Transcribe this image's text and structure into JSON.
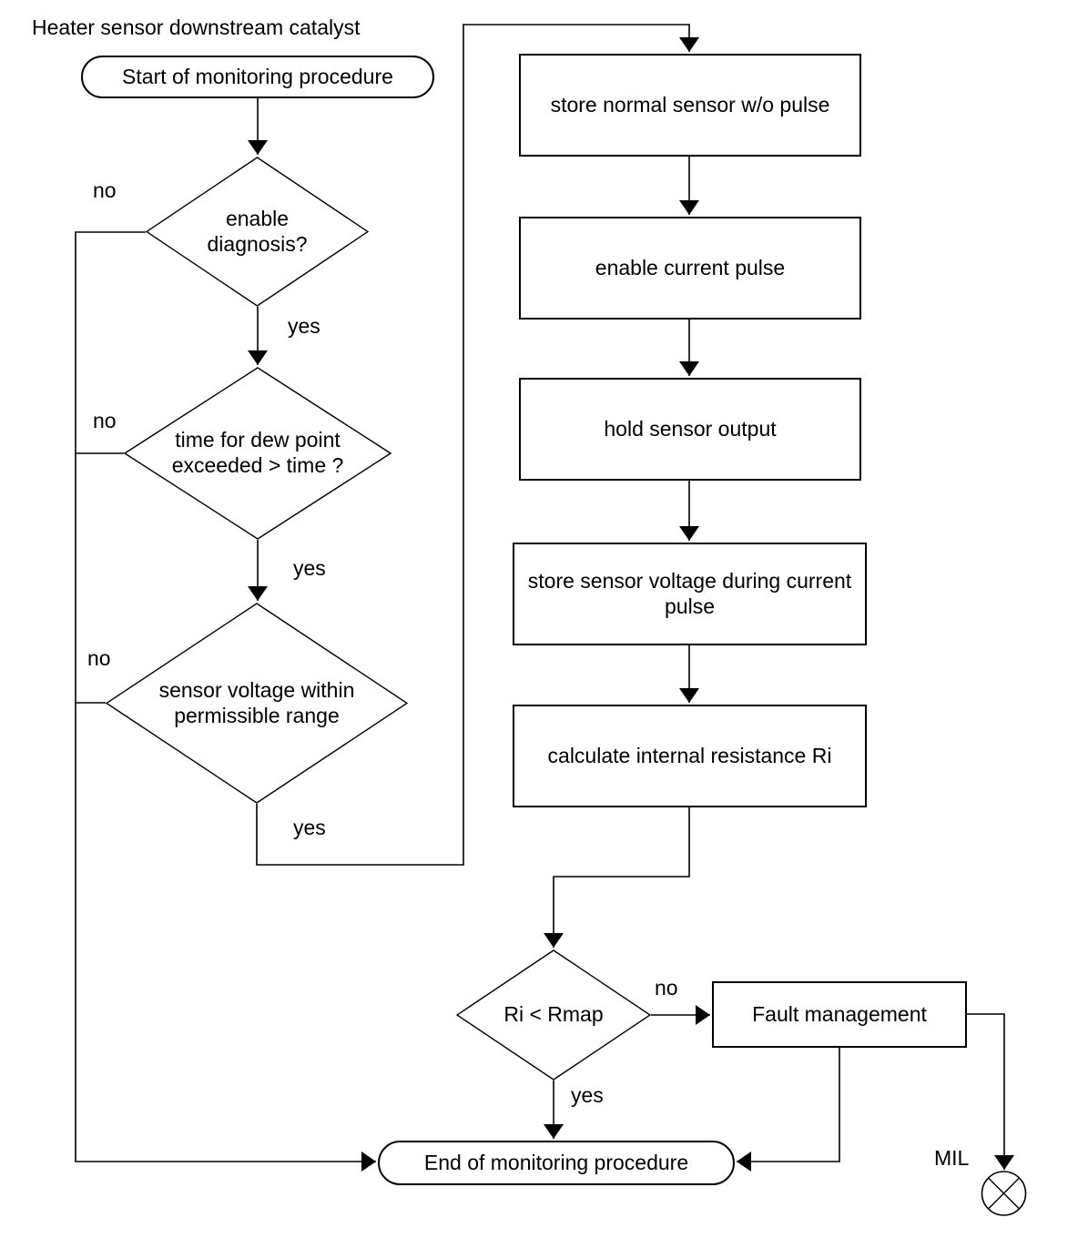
{
  "title": "Heater sensor downstream catalyst",
  "colors": {
    "line": "#000000",
    "background": "#ffffff"
  },
  "nodes": {
    "start": {
      "label": "Start of monitoring procedure"
    },
    "enable_diagnosis": {
      "line1": "enable",
      "line2": "diagnosis?"
    },
    "dew_point": {
      "line1": "time for dew point",
      "line2": "exceeded > time ?"
    },
    "sensor_voltage": {
      "line1": "sensor voltage within",
      "line2": "permissible range"
    },
    "store_normal": {
      "label": "store normal sensor w/o pulse"
    },
    "enable_pulse": {
      "label": "enable current pulse"
    },
    "hold_output": {
      "label": "hold sensor output"
    },
    "store_voltage": {
      "line1": "store sensor voltage during current",
      "line2": "pulse"
    },
    "calc_ri": {
      "label": "calculate internal resistance Ri"
    },
    "ri_compare": {
      "label": "Ri < Rmap"
    },
    "fault": {
      "label": "Fault management"
    },
    "end": {
      "label": "End of monitoring procedure"
    },
    "mil": {
      "label": "MIL",
      "symbol": "circle-x-lamp"
    }
  },
  "edge_labels": {
    "no1": "no",
    "yes1": "yes",
    "no2": "no",
    "yes2": "yes",
    "no3": "no",
    "yes3": "yes",
    "no4": "no",
    "yes4": "yes"
  }
}
